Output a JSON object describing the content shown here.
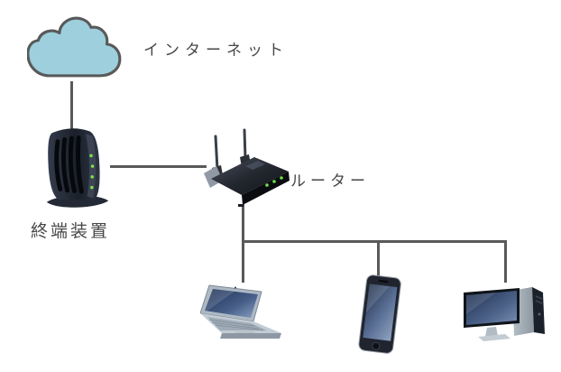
{
  "diagram": {
    "type": "network-topology",
    "background_color": "#ffffff",
    "line_color": "#595959",
    "label_color": "#474747",
    "labels": {
      "internet": "インターネット",
      "modem": "終端装置",
      "router": "ルーター"
    },
    "nodes": [
      {
        "id": "internet-cloud",
        "icon": "cloud-icon",
        "label": "インターネット"
      },
      {
        "id": "modem",
        "icon": "modem-icon",
        "label": "終端装置"
      },
      {
        "id": "router",
        "icon": "wireless-router-icon",
        "label": "ルーター"
      },
      {
        "id": "laptop",
        "icon": "laptop-icon",
        "label": ""
      },
      {
        "id": "smartphone",
        "icon": "smartphone-icon",
        "label": ""
      },
      {
        "id": "desktop-pc",
        "icon": "desktop-pc-icon",
        "label": ""
      }
    ],
    "connections": [
      {
        "from": "internet-cloud",
        "to": "modem"
      },
      {
        "from": "modem",
        "to": "router"
      },
      {
        "from": "router",
        "to": "lan-bus"
      },
      {
        "from": "lan-bus",
        "to": "laptop"
      },
      {
        "from": "lan-bus",
        "to": "smartphone"
      },
      {
        "from": "lan-bus",
        "to": "desktop-pc"
      }
    ],
    "colors": {
      "cloud_fill": "#9dcfdd",
      "cloud_stroke": "#595959",
      "device_dark": "#1f242e",
      "device_silver": "#b7c0c7",
      "screen_blue": "#2a3a5e",
      "led_green": "#6ee04a"
    }
  }
}
